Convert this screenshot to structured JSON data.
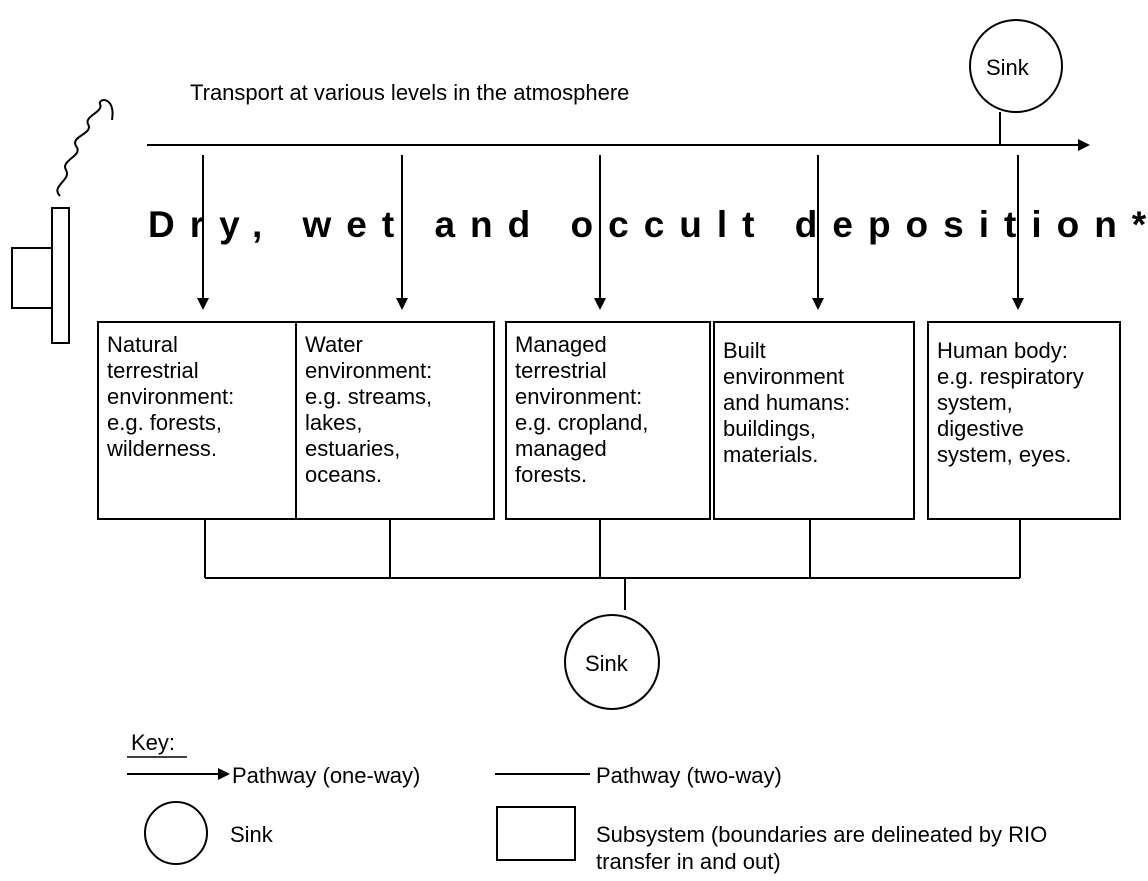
{
  "transport_label": "Transport at various levels in the atmosphere",
  "deposition_label": "Dry, wet and occult deposition*",
  "sink_top_label": "Sink",
  "sink_bottom_label": "Sink",
  "subsystems": [
    {
      "text": "Natural\nterrestrial\nenvironment:\ne.g. forests,\nwilderness."
    },
    {
      "text": "Water\nenvironment:\ne.g. streams,\nlakes,\nestuaries,\noceans."
    },
    {
      "text": "Managed\nterrestrial\nenvironment:\ne.g. cropland,\nmanaged\nforests."
    },
    {
      "text": "Built\nenvironment\nand humans:\nbuildings,\nmaterials."
    },
    {
      "text": "Human body:\ne.g. respiratory\nsystem,\ndigestive\nsystem, eyes."
    }
  ],
  "key": {
    "title": "Key:",
    "one_way": "Pathway (one-way)",
    "two_way": "Pathway (two-way)",
    "sink": "Sink",
    "subsystem_line1": "Subsystem (boundaries are delineated by RIO",
    "subsystem_line2": "transfer in and out)"
  }
}
